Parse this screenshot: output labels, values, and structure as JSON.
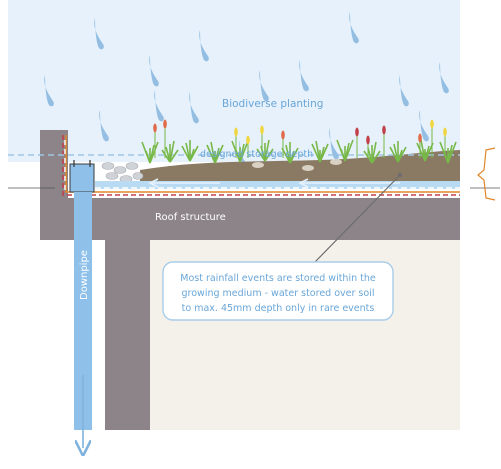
{
  "labels": {
    "planting": "Biodiverse planting",
    "storage_depth": "designed storage depth",
    "roof": "Roof structure",
    "downpipe": "Downpipe"
  },
  "callout": {
    "line1": "Most rainfall events are stored within the",
    "line2": "growing medium - water stored over soil",
    "line3": "to max. 45mm depth only in rare events"
  },
  "colors": {
    "sky": "#e6f1fb",
    "rain": "#7fb2dd",
    "structure": "#8c8489",
    "interior": "#f3f1ea",
    "soil": "#8a7a63",
    "water": "#8ec0ea",
    "membrane_orange": "#e0872a",
    "membrane_red": "#c2404a",
    "plant_green": "#77b847",
    "label_blue": "#6aa6d8"
  }
}
